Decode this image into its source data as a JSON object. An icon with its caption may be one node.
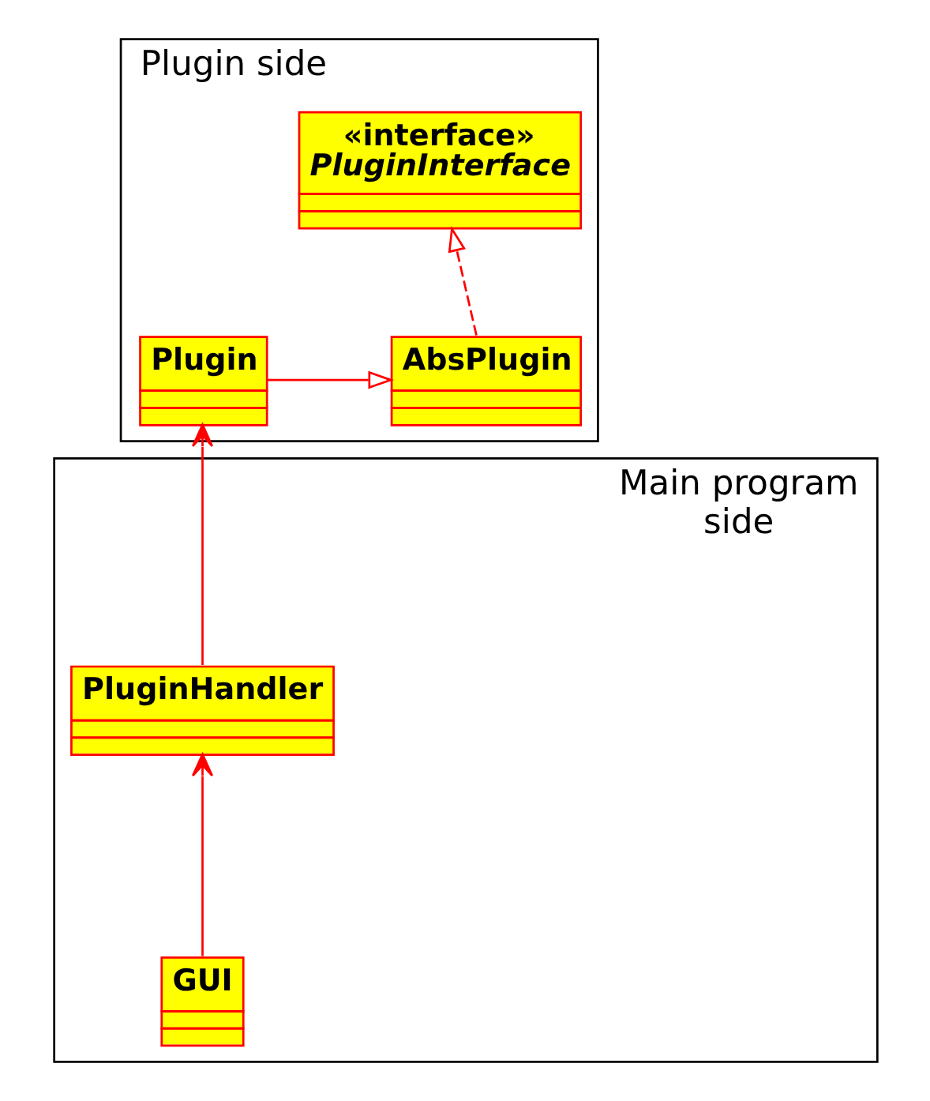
{
  "diagram": {
    "nodes": [
      {
        "text": [
          "Plugin side"
        ]
      },
      {
        "text": [
          "«interface»",
          "PluginInterface"
        ],
        "in": 0
      },
      {
        "text": [
          "AbsPlugin"
        ],
        "in": 0
      },
      {
        "text": [
          "Plugin"
        ],
        "in": 0
      },
      {
        "text": [
          "Main program side"
        ]
      },
      {
        "text": [
          "PluginHandler"
        ],
        "in": 4
      },
      {
        "text": [
          "GUI"
        ],
        "in": 4
      }
    ],
    "edges": [
      {
        "from": 2,
        "to": 1,
        "arrow": "to",
        "style": "dashed"
      },
      {
        "from": 3,
        "to": 2,
        "arrow": "to"
      },
      {
        "from": 5,
        "to": 3,
        "arrow": "to"
      },
      {
        "from": 6,
        "to": 5,
        "arrow": "to"
      }
    ]
  }
}
